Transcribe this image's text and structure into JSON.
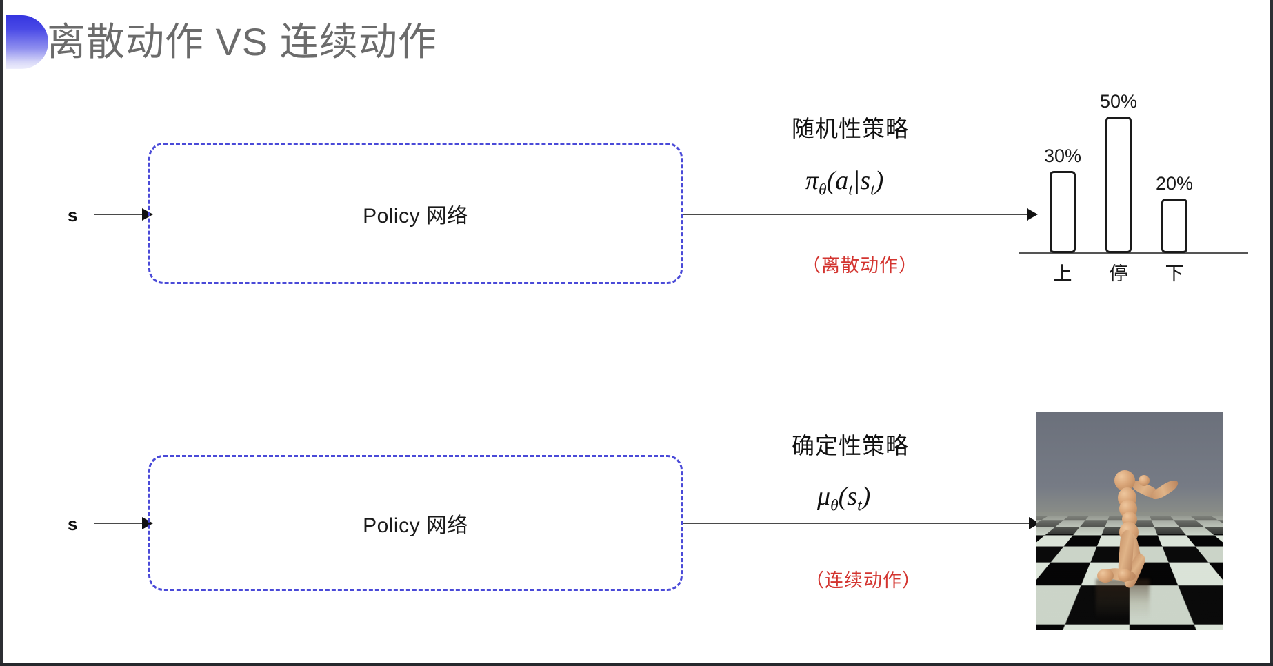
{
  "slide": {
    "title": "离散动作 VS 连续动作",
    "accent_blue": "#4a4ad8",
    "accent_red": "#d3342f",
    "title_color": "#6b6b6b"
  },
  "rows": [
    {
      "state_label": "s",
      "box_label": "Policy 网络",
      "policy_kind": "随机性策略",
      "formula_main": "π",
      "formula_sub": "θ",
      "formula_args": "(a",
      "formula_args_sub": "t",
      "formula_bar": "|s",
      "formula_end_sub": "t",
      "formula_close": ")",
      "action_kind": "（离散动作）"
    },
    {
      "state_label": "s",
      "box_label": "Policy 网络",
      "policy_kind": "确定性策略",
      "formula_main": "μ",
      "formula_sub": "θ",
      "formula_args": "(s",
      "formula_args_sub": "t",
      "formula_close": ")",
      "action_kind": "（连续动作）"
    }
  ],
  "chart_data": {
    "type": "bar",
    "title": "",
    "xlabel": "",
    "ylabel": "",
    "categories": [
      "上",
      "停",
      "下"
    ],
    "values": [
      30,
      50,
      20
    ],
    "value_labels": [
      "30%",
      "50%",
      "20%"
    ],
    "ylim": [
      0,
      55
    ],
    "grid": false,
    "legend": "none",
    "bar_fill": "#ffffff",
    "bar_stroke": "#1a1a1a"
  },
  "humanoid": {
    "caption": "",
    "scene": "mujoco-humanoid-checkerboard",
    "sky_color": "#6f747f",
    "floor_light": "#dfe8dc",
    "floor_dark": "#0a0a0a",
    "body_color": "#d9a578"
  }
}
